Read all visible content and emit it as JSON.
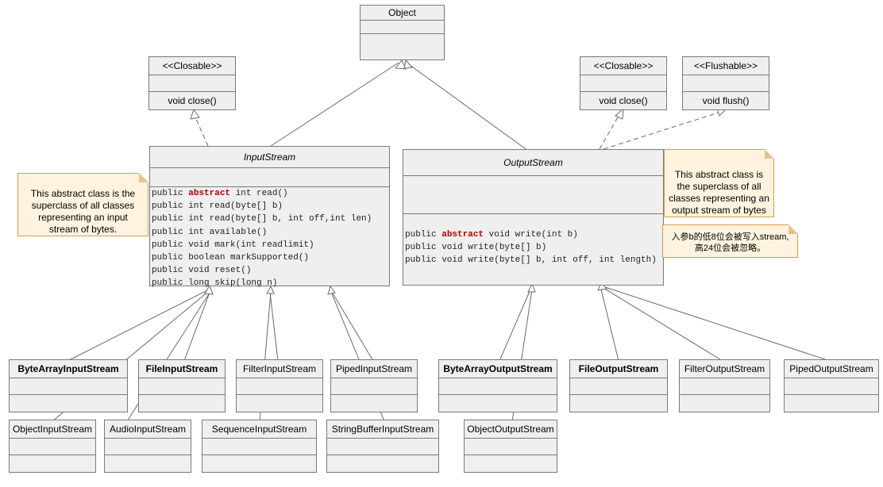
{
  "classes": {
    "object": {
      "name": "Object"
    },
    "closable_in": {
      "name": "<<Closable>>",
      "op": "void close()"
    },
    "closable_out": {
      "name": "<<Closable>>",
      "op": "void close()"
    },
    "flushable": {
      "name": "<<Flushable>>",
      "op": "void flush()"
    },
    "input_stream": {
      "name": "InputStream",
      "methods": [
        {
          "pre": "public ",
          "kw": "abstract",
          "post": " int read()"
        },
        {
          "pre": "public int read(byte[] b)",
          "kw": "",
          "post": ""
        },
        {
          "pre": "public int read(byte[] b,  int off,int len)",
          "kw": "",
          "post": ""
        },
        {
          "pre": "public int available()",
          "kw": "",
          "post": ""
        },
        {
          "pre": "public void mark(int readlimit)",
          "kw": "",
          "post": ""
        },
        {
          "pre": "public boolean markSupported()",
          "kw": "",
          "post": ""
        },
        {
          "pre": "public void reset()",
          "kw": "",
          "post": ""
        },
        {
          "pre": "public long skip(long n)",
          "kw": "",
          "post": ""
        }
      ]
    },
    "output_stream": {
      "name": "OutputStream",
      "methods": [
        {
          "pre": "public ",
          "kw": "abstract",
          "post": " void write(int b)"
        },
        {
          "pre": "public void write(byte[] b)",
          "kw": "",
          "post": ""
        },
        {
          "pre": "public void write(byte[] b, int off, int length)",
          "kw": "",
          "post": ""
        }
      ]
    },
    "byte_array_input_stream": {
      "name": "ByteArrayInputStream"
    },
    "file_input_stream": {
      "name": "FileInputStream"
    },
    "filter_input_stream": {
      "name": "FilterInputStream"
    },
    "piped_input_stream": {
      "name": "PipedInputStream"
    },
    "object_input_stream": {
      "name": "ObjectInputStream"
    },
    "audio_input_stream": {
      "name": "AudioInputStream"
    },
    "sequence_input_stream": {
      "name": "SequenceInputStream"
    },
    "string_buffer_input_stream": {
      "name": "StringBufferInputStream"
    },
    "byte_array_output_stream": {
      "name": "ByteArrayOutputStream"
    },
    "file_output_stream": {
      "name": "FileOutputStream"
    },
    "filter_output_stream": {
      "name": "FilterOutputStream"
    },
    "piped_output_stream": {
      "name": "PipedOutputStream"
    },
    "object_output_stream": {
      "name": "ObjectOutputStream"
    }
  },
  "notes": {
    "input_note": "This abstract class is the superclass of all classes representing an input stream of bytes.",
    "output_note": "This abstract class is the superclass of all classes representing an output stream of bytes",
    "write_note": "入参b的低8位会被写入stream, 高24位会被忽略。"
  },
  "colors": {
    "class_fill": "#efefef",
    "class_border": "#7a7a7a",
    "note_fill": "#fff3df",
    "note_border": "#d99a47",
    "keyword": "#b30000",
    "line": "#6a6a6a"
  }
}
